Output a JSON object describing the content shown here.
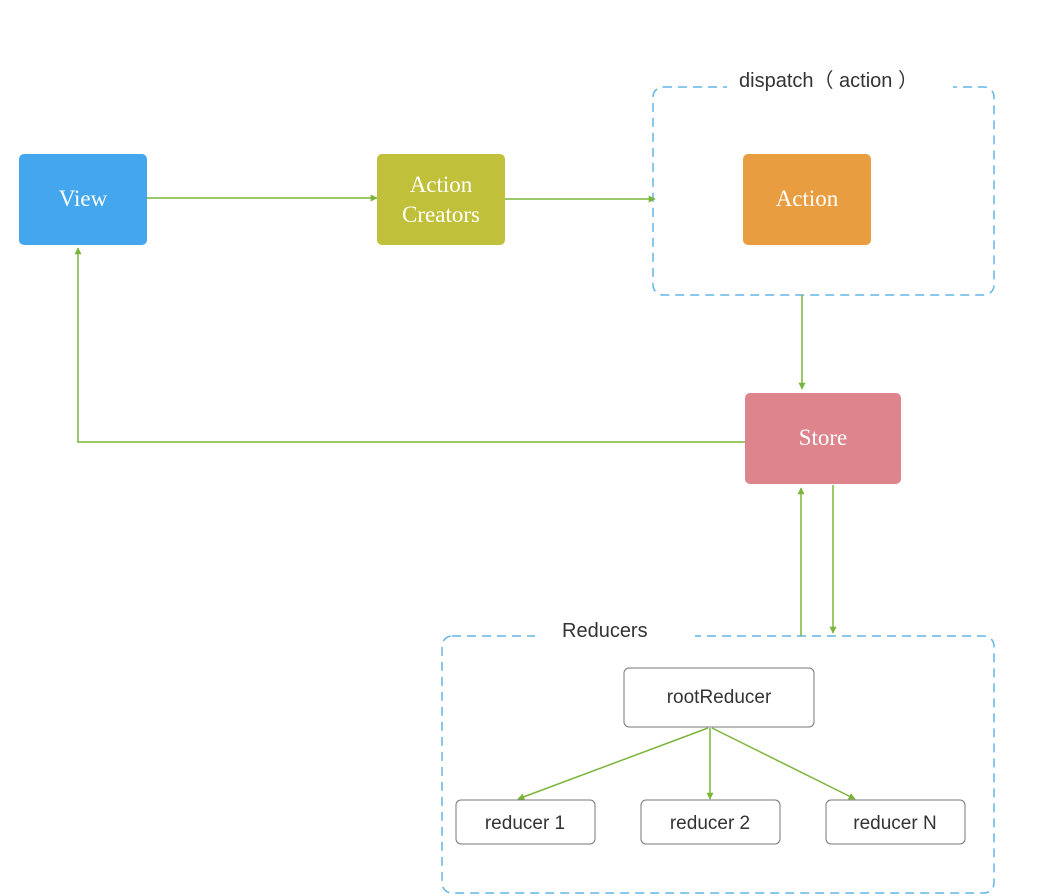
{
  "nodes": {
    "view": {
      "label": "View",
      "color": "#44a6ec"
    },
    "action_creators": {
      "label_line1": "Action",
      "label_line2": "Creators",
      "color": "#c0c03a"
    },
    "action": {
      "label": "Action",
      "color": "#e89e40"
    },
    "store": {
      "label": "Store",
      "color": "#dd848d"
    },
    "root_reducer": {
      "label": "rootReducer"
    },
    "reducer_1": {
      "label": "reducer 1"
    },
    "reducer_2": {
      "label": "reducer 2"
    },
    "reducer_n": {
      "label": "reducer N"
    }
  },
  "groups": {
    "dispatch": {
      "label": "dispatch（ action ）"
    },
    "reducers": {
      "label": "Reducers"
    }
  },
  "colors": {
    "arrow": "#7ab53a",
    "dashed_border": "#62b6e6",
    "node_text": "#ffffff",
    "plain_text": "#333333",
    "plain_node_border": "#777777"
  }
}
